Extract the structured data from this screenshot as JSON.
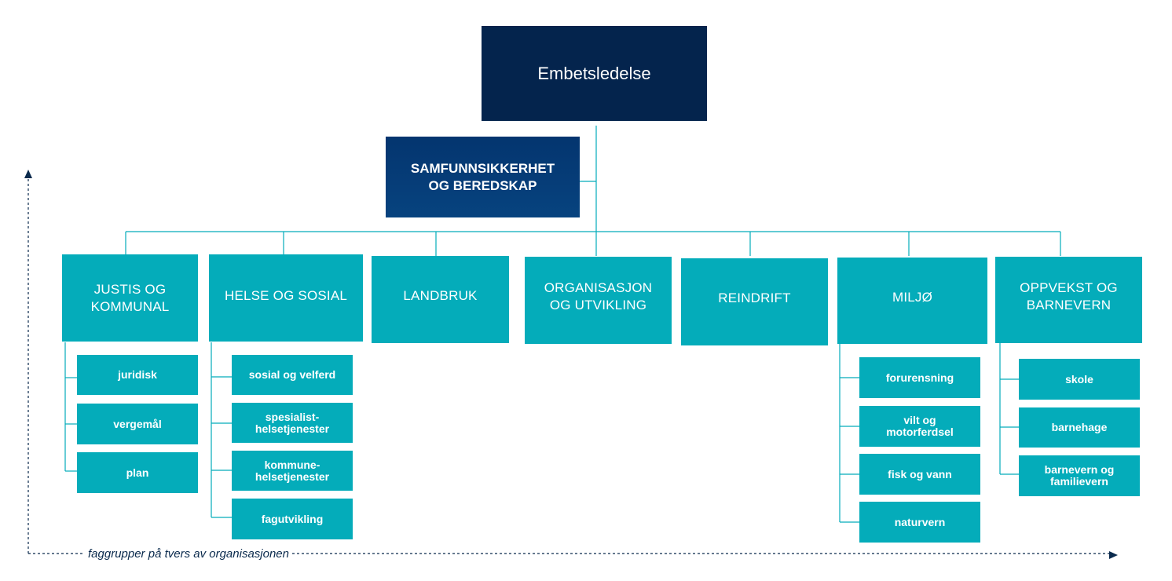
{
  "top": {
    "label": "Embetsledelse"
  },
  "staff": {
    "label": "SAMFUNNSIKKERHET\nOG BEREDSKAP"
  },
  "departments": [
    {
      "label": "JUSTIS OG\nKOMMUNAL",
      "subgroups": [
        "juridisk",
        "vergemål",
        "plan"
      ]
    },
    {
      "label": "HELSE OG SOSIAL",
      "subgroups": [
        "sosial og velferd",
        "spesialist-\nhelsetjenester",
        "kommune-\nhelsetjenester",
        "fagutvikling"
      ]
    },
    {
      "label": "LANDBRUK",
      "subgroups": []
    },
    {
      "label": "ORGANISASJON\nOG UTVIKLING",
      "subgroups": []
    },
    {
      "label": "REINDRIFT",
      "subgroups": []
    },
    {
      "label": "MILJØ",
      "subgroups": [
        "forurensning",
        "vilt og\nmotorferdsel",
        "fisk og vann",
        "naturvern"
      ]
    },
    {
      "label": "OPPVEKST OG\nBARNEVERN",
      "subgroups": [
        "skole",
        "barnehage",
        "barnevern og\nfamilievern"
      ]
    }
  ],
  "cross_axis": {
    "label": "faggrupper på tvers av organisasjonen"
  },
  "colors": {
    "top": "#04244d",
    "staff": "#053a75",
    "department": "#04acba",
    "connector": "#04acba",
    "axis": "#0a2a4d"
  }
}
